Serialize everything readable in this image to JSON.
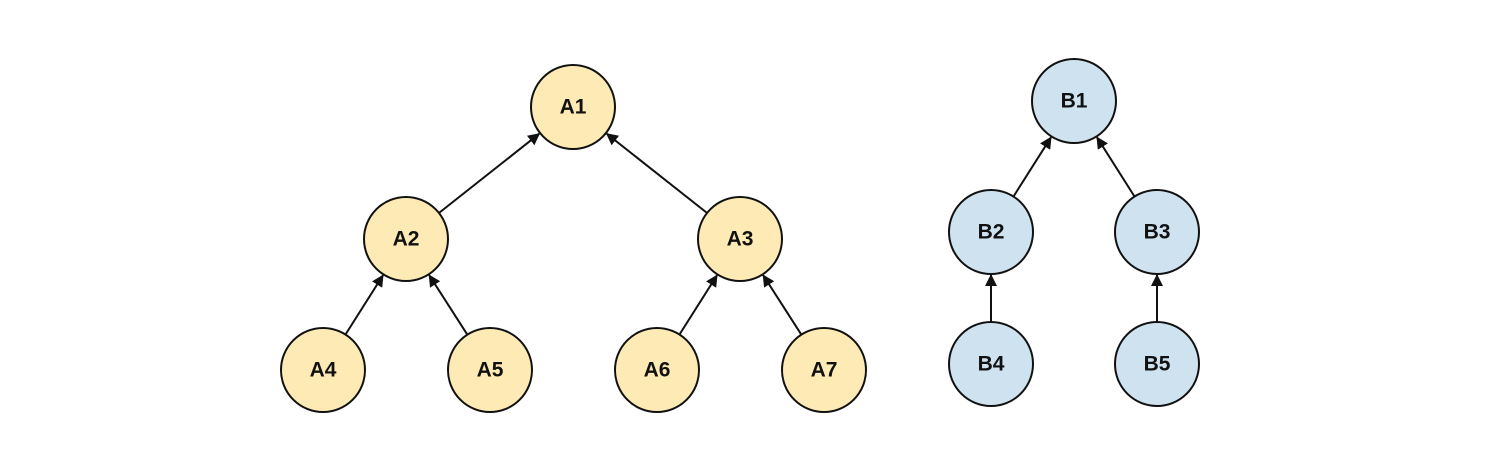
{
  "colors": {
    "tree_a_fill": "#fdeab4",
    "tree_b_fill": "#cfe2f0",
    "stroke": "#111111"
  },
  "trees": [
    {
      "id": "tree-a",
      "nodes": [
        {
          "id": "A1",
          "label": "A1"
        },
        {
          "id": "A2",
          "label": "A2"
        },
        {
          "id": "A3",
          "label": "A3"
        },
        {
          "id": "A4",
          "label": "A4"
        },
        {
          "id": "A5",
          "label": "A5"
        },
        {
          "id": "A6",
          "label": "A6"
        },
        {
          "id": "A7",
          "label": "A7"
        }
      ],
      "edges": [
        {
          "from": "A2",
          "to": "A1"
        },
        {
          "from": "A3",
          "to": "A1"
        },
        {
          "from": "A4",
          "to": "A2"
        },
        {
          "from": "A5",
          "to": "A2"
        },
        {
          "from": "A6",
          "to": "A3"
        },
        {
          "from": "A7",
          "to": "A3"
        }
      ]
    },
    {
      "id": "tree-b",
      "nodes": [
        {
          "id": "B1",
          "label": "B1"
        },
        {
          "id": "B2",
          "label": "B2"
        },
        {
          "id": "B3",
          "label": "B3"
        },
        {
          "id": "B4",
          "label": "B4"
        },
        {
          "id": "B5",
          "label": "B5"
        }
      ],
      "edges": [
        {
          "from": "B2",
          "to": "B1"
        },
        {
          "from": "B3",
          "to": "B1"
        },
        {
          "from": "B4",
          "to": "B2"
        },
        {
          "from": "B5",
          "to": "B3"
        }
      ]
    }
  ]
}
